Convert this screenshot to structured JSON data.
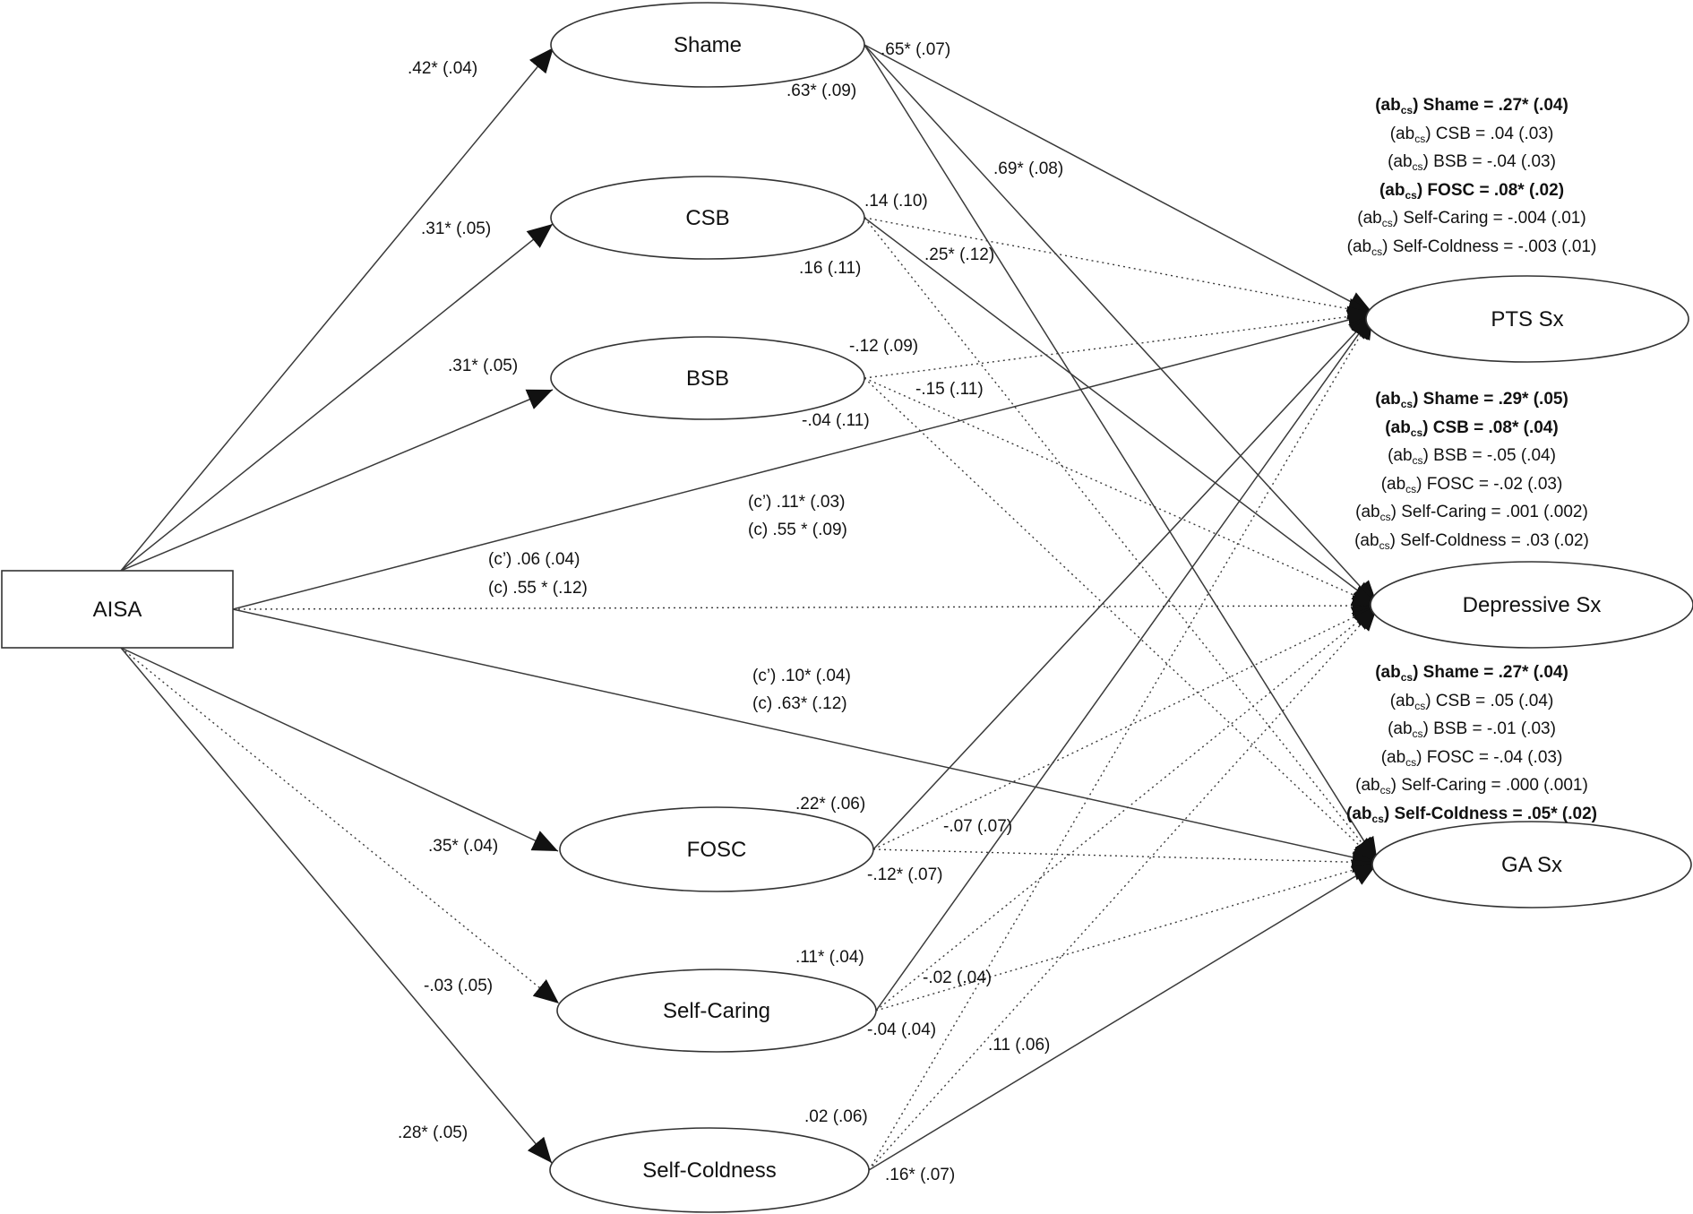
{
  "nodes": [
    {
      "id": "aisa",
      "label": "AISA"
    },
    {
      "id": "shame",
      "label": "Shame"
    },
    {
      "id": "csb",
      "label": "CSB"
    },
    {
      "id": "bsb",
      "label": "BSB"
    },
    {
      "id": "fosc",
      "label": "FOSC"
    },
    {
      "id": "self_caring",
      "label": "Self-Caring"
    },
    {
      "id": "self_coldness",
      "label": "Self-Coldness"
    },
    {
      "id": "pts",
      "label": "PTS Sx"
    },
    {
      "id": "dep",
      "label": "Depressive Sx"
    },
    {
      "id": "ga",
      "label": "GA Sx"
    }
  ],
  "paths": [
    {
      "from": "aisa",
      "to": "shame",
      "style": "solid"
    },
    {
      "from": "aisa",
      "to": "csb",
      "style": "solid"
    },
    {
      "from": "aisa",
      "to": "bsb",
      "style": "solid"
    },
    {
      "from": "aisa",
      "to": "fosc",
      "style": "solid"
    },
    {
      "from": "aisa",
      "to": "self_caring",
      "style": "dotted"
    },
    {
      "from": "aisa",
      "to": "self_coldness",
      "style": "solid"
    },
    {
      "from": "aisa",
      "to": "pts",
      "style": "solid"
    },
    {
      "from": "aisa",
      "to": "dep",
      "style": "dotted"
    },
    {
      "from": "aisa",
      "to": "ga",
      "style": "solid"
    },
    {
      "from": "shame",
      "to": "pts",
      "style": "solid"
    },
    {
      "from": "shame",
      "to": "dep",
      "style": "solid"
    },
    {
      "from": "shame",
      "to": "ga",
      "style": "solid"
    },
    {
      "from": "csb",
      "to": "pts",
      "style": "dotted"
    },
    {
      "from": "csb",
      "to": "dep",
      "style": "solid"
    },
    {
      "from": "csb",
      "to": "ga",
      "style": "dotted"
    },
    {
      "from": "bsb",
      "to": "pts",
      "style": "dotted"
    },
    {
      "from": "bsb",
      "to": "dep",
      "style": "dotted"
    },
    {
      "from": "bsb",
      "to": "ga",
      "style": "dotted"
    },
    {
      "from": "fosc",
      "to": "pts",
      "style": "solid"
    },
    {
      "from": "fosc",
      "to": "dep",
      "style": "dotted"
    },
    {
      "from": "fosc",
      "to": "ga",
      "style": "dotted"
    },
    {
      "from": "self_caring",
      "to": "pts",
      "style": "solid"
    },
    {
      "from": "self_caring",
      "to": "dep",
      "style": "dotted"
    },
    {
      "from": "self_caring",
      "to": "ga",
      "style": "dotted"
    },
    {
      "from": "self_coldness",
      "to": "pts",
      "style": "dotted"
    },
    {
      "from": "self_coldness",
      "to": "dep",
      "style": "dotted"
    },
    {
      "from": "self_coldness",
      "to": "ga",
      "style": "solid"
    }
  ],
  "coefficients": [
    ".42* (.04)",
    ".31* (.05)",
    ".31* (.05)",
    ".35* (.04)",
    "-.03 (.05)",
    ".28* (.05)",
    ".65* (.07)",
    ".63* (.09)",
    ".69* (.08)",
    ".14 (.10)",
    ".25* (.12)",
    ".16 (.11)",
    "-.12 (.09)",
    "-.15 (.11)",
    "-.04 (.11)",
    "(c’) .11* (.03)",
    "(c) .55 * (.09)",
    "(c’) .06 (.04)",
    "(c) .55 * (.12)",
    "(c’) .10* (.04)",
    "(c) .63* (.12)",
    ".22* (.06)",
    "-.07 (.07)",
    "-.12* (.07)",
    ".11* (.04)",
    "-.02 (.04)",
    "-.04 (.04)",
    ".02 (.06)",
    ".11 (.06)",
    ".16* (.07)"
  ],
  "indirect_effects": {
    "pts": [
      {
        "prefix": "(ab",
        "sub": "cs",
        "text": ") Shame = .27* (.04)",
        "bold": true
      },
      {
        "prefix": "(ab",
        "sub": "cs",
        "text": ") CSB = .04 (.03)",
        "bold": false
      },
      {
        "prefix": "(ab",
        "sub": "cs",
        "text": ") BSB = -.04 (.03)",
        "bold": false
      },
      {
        "prefix": "(ab",
        "sub": "cs",
        "text": ") FOSC = .08* (.02)",
        "bold": true
      },
      {
        "prefix": "(ab",
        "sub": "cs",
        "text": ") Self-Caring = -.004 (.01)",
        "bold": false
      },
      {
        "prefix": "(ab",
        "sub": "cs",
        "text": ") Self-Coldness = -.003 (.01)",
        "bold": false
      }
    ],
    "dep": [
      {
        "prefix": "(ab",
        "sub": "cs",
        "text": ") Shame = .29* (.05)",
        "bold": true
      },
      {
        "prefix": "(ab",
        "sub": "cs",
        "text": ") CSB = .08* (.04)",
        "bold": true
      },
      {
        "prefix": "(ab",
        "sub": "cs",
        "text": ") BSB = -.05 (.04)",
        "bold": false
      },
      {
        "prefix": "(ab",
        "sub": "cs",
        "text": ") FOSC = -.02 (.03)",
        "bold": false
      },
      {
        "prefix": "(ab",
        "sub": "cs",
        "text": ") Self-Caring = .001 (.002)",
        "bold": false
      },
      {
        "prefix": "(ab",
        "sub": "cs",
        "text": ") Self-Coldness = .03 (.02)",
        "bold": false
      }
    ],
    "ga": [
      {
        "prefix": "(ab",
        "sub": "cs",
        "text": ") Shame = .27* (.04)",
        "bold": true
      },
      {
        "prefix": "(ab",
        "sub": "cs",
        "text": ") CSB = .05 (.04)",
        "bold": false
      },
      {
        "prefix": "(ab",
        "sub": "cs",
        "text": ") BSB = -.01 (.03)",
        "bold": false
      },
      {
        "prefix": "(ab",
        "sub": "cs",
        "text": ") FOSC = -.04 (.03)",
        "bold": false
      },
      {
        "prefix": "(ab",
        "sub": "cs",
        "text": ") Self-Caring = .000 (.001)",
        "bold": false
      },
      {
        "prefix": "(ab",
        "sub": "cs",
        "text": ") Self-Coldness = .05* (.02)",
        "bold": true
      }
    ]
  }
}
